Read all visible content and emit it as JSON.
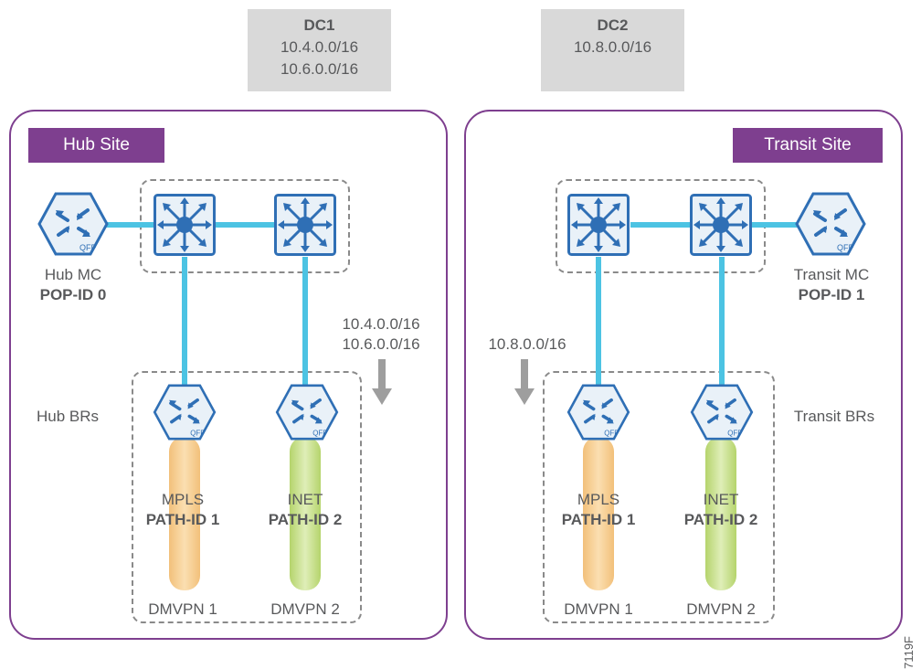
{
  "dc1": {
    "title": "DC1",
    "prefix1": "10.4.0.0/16",
    "prefix2": "10.6.0.0/16"
  },
  "dc2": {
    "title": "DC2",
    "prefix1": "10.8.0.0/16"
  },
  "hub": {
    "tag": "Hub Site",
    "mc_name": "Hub MC",
    "mc_pop": "POP-ID 0",
    "brs_label": "Hub BRs",
    "advert1": "10.4.0.0/16",
    "advert2": "10.6.0.0/16",
    "path1_name": "MPLS",
    "path1_id": "PATH-ID 1",
    "path1_dmvpn": "DMVPN 1",
    "path2_name": "INET",
    "path2_id": "PATH-ID 2",
    "path2_dmvpn": "DMVPN 2"
  },
  "transit": {
    "tag": "Transit Site",
    "mc_name": "Transit MC",
    "mc_pop": "POP-ID 1",
    "brs_label": "Transit BRs",
    "advert1": "10.8.0.0/16",
    "path1_name": "MPLS",
    "path1_id": "PATH-ID 1",
    "path1_dmvpn": "DMVPN 1",
    "path2_name": "INET",
    "path2_id": "PATH-ID 2",
    "path2_dmvpn": "DMVPN 2"
  },
  "router_badge": "QFP",
  "figure_code": "7119F",
  "colors": {
    "site_border": "#7e3f8f",
    "link": "#4cc3e3",
    "device": "#2f6fb5",
    "mpls": "#f2c07a",
    "inet": "#b5d46c"
  }
}
